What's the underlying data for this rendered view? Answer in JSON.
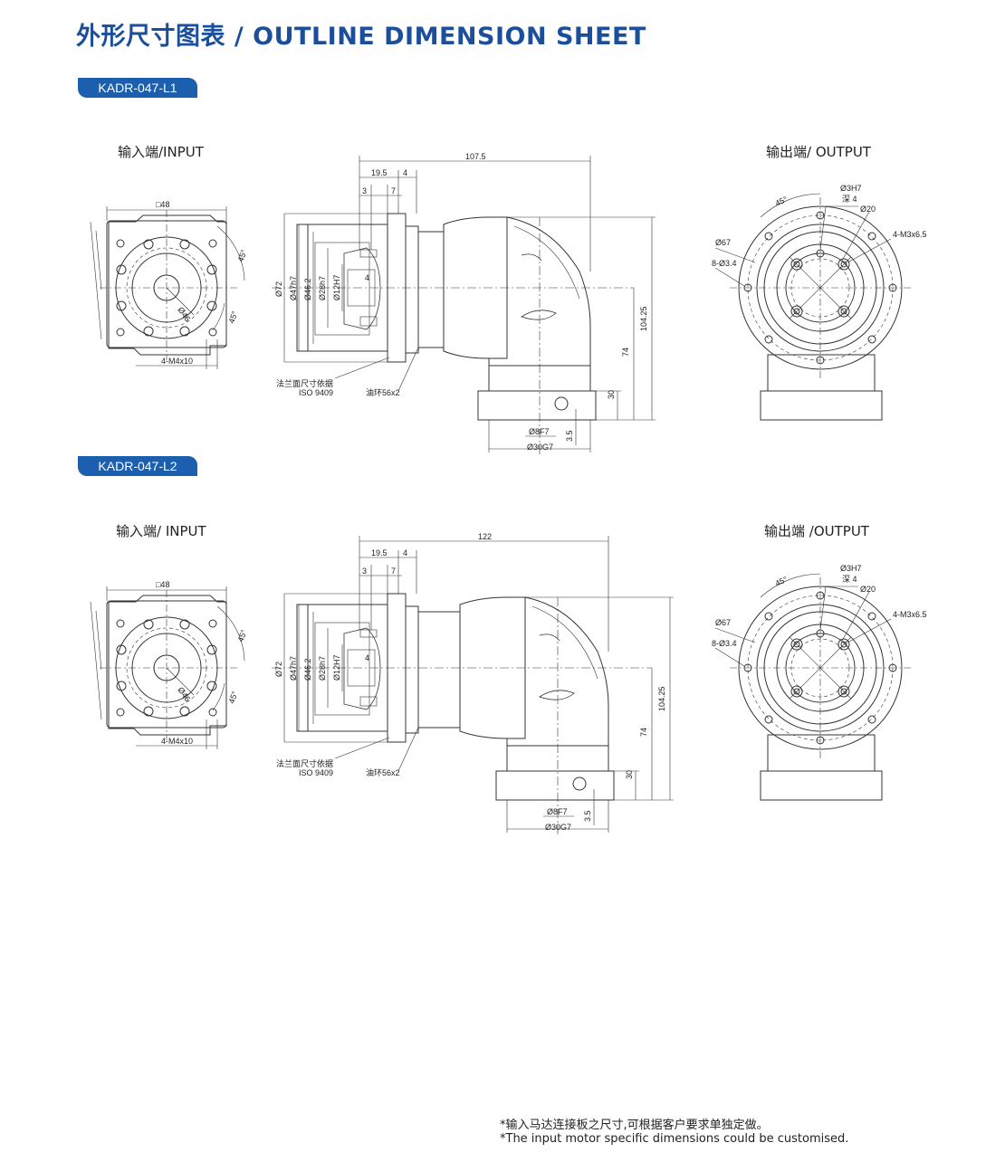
{
  "header": {
    "title": "外形尺寸图表 / OUTLINE DIMENSION SHEET"
  },
  "sections": [
    {
      "model": "KADR-047-L1",
      "input_label": "输入端/INPUT",
      "output_label": "输出端/ OUTPUT",
      "input_dims": {
        "square": "□48",
        "bolt": "4-M4x10",
        "angle_a": "45°",
        "angle_b": "45°",
        "pcd": "Ø46"
      },
      "side_dims": {
        "overall": "107.5",
        "d_19_5": "19.5",
        "d_4a": "4",
        "d_3": "3",
        "d_7": "7",
        "d_4b": "4",
        "d72": "Ø72",
        "d47": "Ø47h7",
        "d46_2": "Ø46.2",
        "d28": "Ø28h7",
        "d12": "Ø12H7",
        "h104": "104.25",
        "h74": "74",
        "h30": "30",
        "d8": "Ø8F7",
        "d30": "Ø30G7",
        "d3_5": "3.5",
        "note_flange_1": "法兰面尺寸依据",
        "note_flange_2": "ISO 9409",
        "note_ring": "油环56x2"
      },
      "output_dims": {
        "d3": "Ø3H7",
        "depth": "深 4",
        "d20": "Ø20",
        "angle": "45°",
        "d67": "Ø67",
        "holes": "8-Ø3.4",
        "thread": "4-M3x6.5"
      }
    },
    {
      "model": "KADR-047-L2",
      "input_label": "输入端/ INPUT",
      "output_label": "输出端 /OUTPUT",
      "input_dims": {
        "square": "□48",
        "bolt": "4-M4x10",
        "angle_a": "45°",
        "angle_b": "45°",
        "pcd": "Ø46"
      },
      "side_dims": {
        "overall": "122",
        "d_19_5": "19.5",
        "d_4a": "4",
        "d_3": "3",
        "d_7": "7",
        "d_4b": "4",
        "d72": "Ø72",
        "d47": "Ø47h7",
        "d46_2": "Ø46.2",
        "d28": "Ø28h7",
        "d12": "Ø12H7",
        "h104": "104.25",
        "h74": "74",
        "h30": "30",
        "d8": "Ø8F7",
        "d30": "Ø30G7",
        "d3_5": "3.5",
        "note_flange_1": "法兰面尺寸依据",
        "note_flange_2": "ISO 9409",
        "note_ring": "油环56x2"
      },
      "output_dims": {
        "d3": "Ø3H7",
        "depth": "深 4",
        "d20": "Ø20",
        "angle": "45°",
        "d67": "Ø67",
        "holes": "8-Ø3.4",
        "thread": "4-M3x6.5"
      }
    }
  ],
  "footer": {
    "line1": "*输入马达连接板之尺寸,可根据客户要求单独定做。",
    "line2": "*The input motor specific dimensions could be customised."
  }
}
